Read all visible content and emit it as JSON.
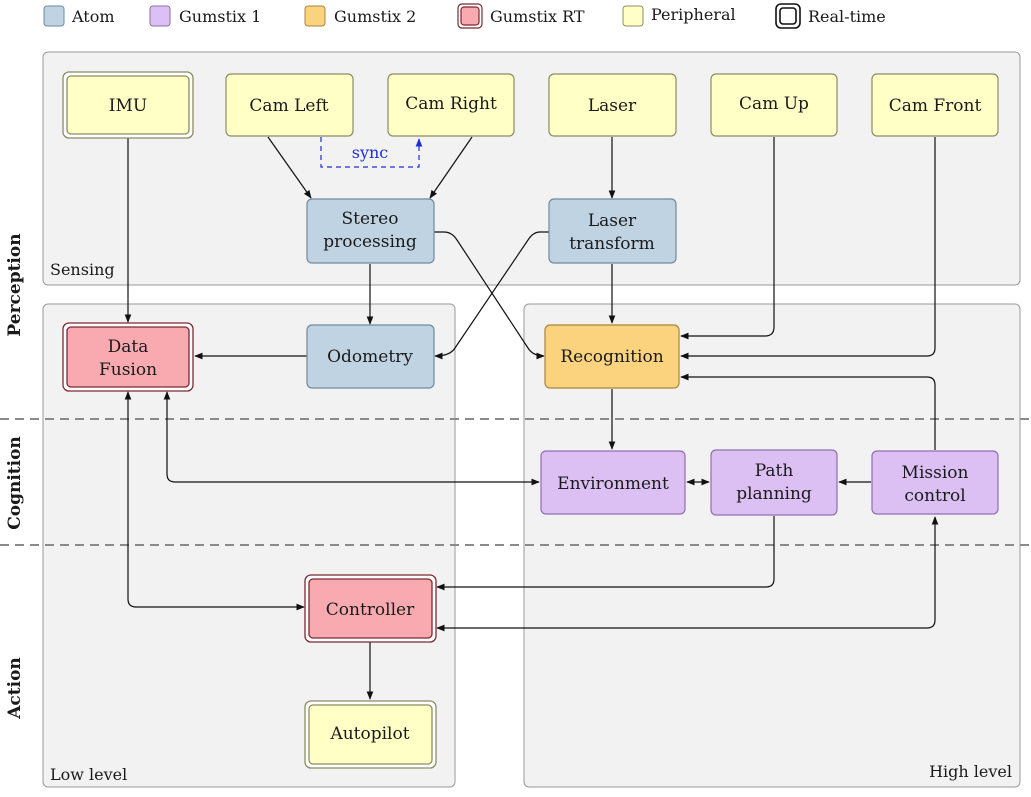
{
  "legend": [
    {
      "id": "atom",
      "label": "Atom",
      "fill": "#c0d3e2",
      "stroke": "#6f8aa0",
      "double": false
    },
    {
      "id": "gumstix1",
      "label": "Gumstix 1",
      "fill": "#dcc0f3",
      "stroke": "#8f6fae",
      "double": false
    },
    {
      "id": "gumstix2",
      "label": "Gumstix 2",
      "fill": "#fbd37f",
      "stroke": "#a8863a",
      "double": false
    },
    {
      "id": "gumstixrt",
      "label": "Gumstix RT",
      "fill": "#f8aab0",
      "stroke": "#7a2a32",
      "double": true
    },
    {
      "id": "peripheral",
      "label": "Peripheral",
      "fill": "#ffffc6",
      "stroke": "#8c8c64",
      "double": false
    },
    {
      "id": "realtime",
      "label": "Real-time",
      "fill": "#ffffff",
      "stroke": "#111111",
      "double": true
    }
  ],
  "regions": {
    "sensing": "Sensing",
    "low_level": "Low level",
    "high_level": "High level"
  },
  "layers": {
    "perception": "Perception",
    "cognition": "Cognition",
    "action": "Action"
  },
  "nodes": {
    "imu": "IMU",
    "cam_left": "Cam Left",
    "cam_right": "Cam Right",
    "laser": "Laser",
    "cam_up": "Cam Up",
    "cam_front": "Cam Front",
    "stereo_1": "Stereo",
    "stereo_2": "processing",
    "laser_tf_1": "Laser",
    "laser_tf_2": "transform",
    "data_fusion_1": "Data",
    "data_fusion_2": "Fusion",
    "odometry": "Odometry",
    "recognition": "Recognition",
    "environment": "Environment",
    "path_planning_1": "Path",
    "path_planning_2": "planning",
    "mission_control_1": "Mission",
    "mission_control_2": "control",
    "controller": "Controller",
    "autopilot": "Autopilot"
  },
  "edges": {
    "sync": "sync"
  },
  "colors": {
    "atom_fill": "#c0d3e2",
    "gumstix1_fill": "#dcc0f3",
    "gumstix2_fill": "#fbd37f",
    "gumstixrt_fill": "#f8aab0",
    "peripheral_fill": "#ffffc6",
    "sync_edge": "#1f2fd6"
  }
}
